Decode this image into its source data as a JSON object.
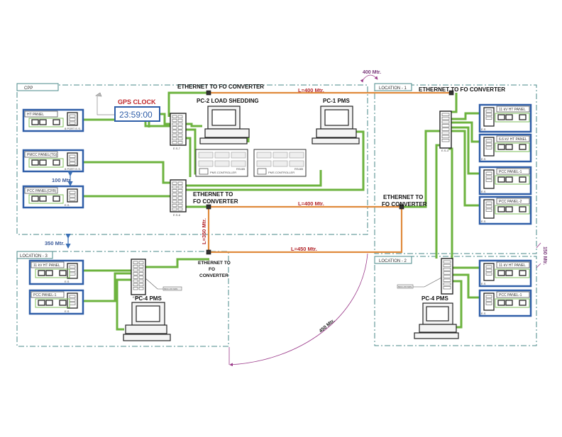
{
  "diagram": {
    "zones": {
      "cpp": "CPP",
      "location1": "LOCATION - 1",
      "location2": "LOCATION - 2",
      "location3": "LOCATION - 3"
    },
    "gps_clock": {
      "title": "GPS CLOCK",
      "time": "23:59:00"
    },
    "converters": {
      "cpp_top": "ETHERNET TO FO CONVERTER",
      "cpp_bottom_line1": "ETHERNET TO",
      "cpp_bottom_line2": "FO CONVERTER",
      "loc3_line1": "ETHERNET TO",
      "loc3_line2": "FO",
      "loc3_line3": "CONVERTER",
      "loc1_top": "ETHERNET TO FO CONVERTER",
      "loc1_mid_line1": "ETHERNET TO",
      "loc1_mid_line2": "FO CONVERTER"
    },
    "computers": {
      "pc2": "PC-2 LOAD SHEDDING",
      "pc1": "PC-1 PMS",
      "pc4_loc3": "PC-4 PMS",
      "pc4_loc2": "PC-4 PMS"
    },
    "controllers": {
      "c1": "PMS CONTROLLER",
      "c2": "PMS CONTROLLER",
      "port": "RS485"
    },
    "switches": {
      "es7": "E.S-7",
      "es6": "E.S-6",
      "es4": "E.S-4",
      "es3": "E.S-3",
      "es_loc2": "E.S",
      "mcc_tag": "MCC-XX NOS"
    },
    "cpp_panels": [
      {
        "label": "HT PANEL",
        "switch": "8 PORT E.S."
      },
      {
        "label": "PMCC PANEL(TG)",
        "switch": "8 PORT E.S."
      },
      {
        "label": "PCC PANEL(CFB)",
        "switch": "E.S."
      }
    ],
    "loc1_panels": [
      {
        "label": "11 kV HT PANEL",
        "switch": "E.S"
      },
      {
        "label": "6.6 kV HT PANEL",
        "switch": "E.S"
      },
      {
        "label": "PCC PANEL-1",
        "switch": "E.S"
      },
      {
        "label": "PCC PANEL-2",
        "switch": "E.S"
      }
    ],
    "loc2_panels": [
      {
        "label": "11 kV HT PANEL",
        "switch": "E.S"
      },
      {
        "label": "PCC PANEL-1",
        "switch": "E.S"
      }
    ],
    "loc3_panels": [
      {
        "label": "11 kV HT PANEL",
        "switch": "E.S"
      },
      {
        "label": "PCC PANEL-1",
        "switch": "E.S"
      }
    ],
    "links": {
      "cpp_loc1_top": "L=400 Mtr.",
      "cpp_loc1_mid": "L=400 Mtr.",
      "cpp_loc3": "L=350 Mtr.",
      "loc3_loc2": "L=450 Mtr."
    },
    "distances": {
      "cpp_loc1": "400 Mtr.",
      "panels_gap": "100 Mtr.",
      "cpp_loc3": "350 Mtr.",
      "loc1_loc2": "150 Mtr.",
      "loc3_loc2_arc": "450 Mtr."
    }
  }
}
